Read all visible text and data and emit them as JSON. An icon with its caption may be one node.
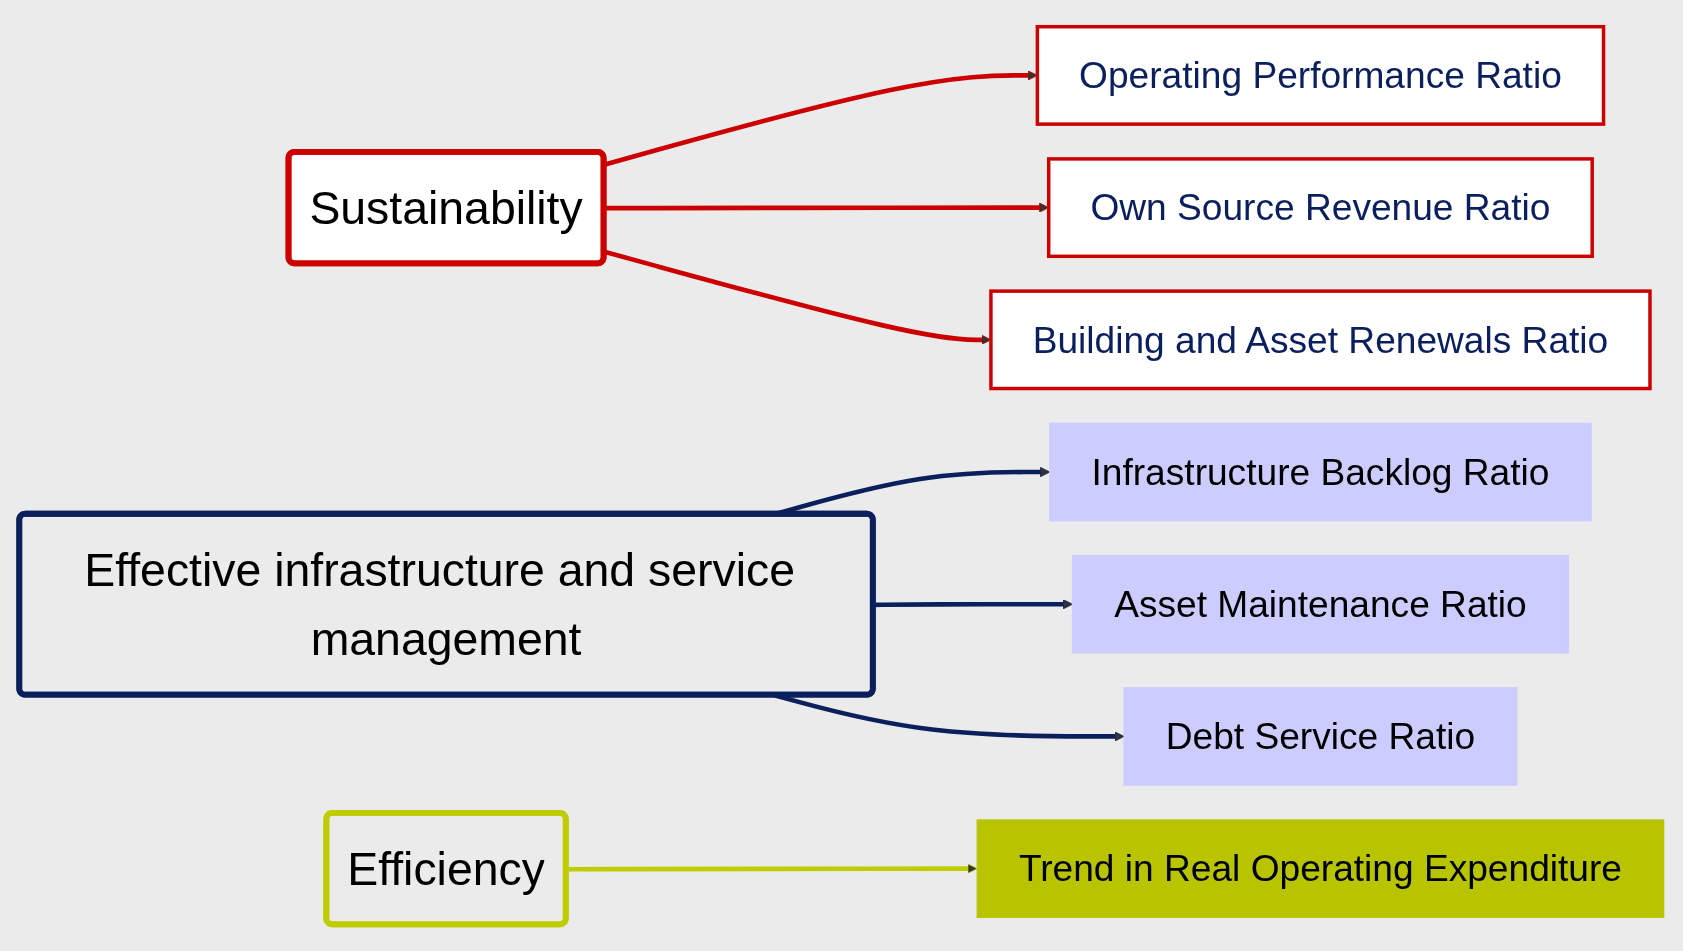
{
  "diagram": {
    "nodes": [
      {
        "text": [
          "Sustainability"
        ]
      },
      {
        "text": [
          "Operating Performance Ratio"
        ]
      },
      {
        "text": [
          "Own Source Revenue Ratio"
        ]
      },
      {
        "text": [
          "Building and Asset Renewals Ratio"
        ]
      },
      {
        "text": [
          "Effective infrastructure and service management"
        ]
      },
      {
        "text": [
          "Infrastructure Backlog Ratio"
        ]
      },
      {
        "text": [
          "Asset Maintenance Ratio"
        ]
      },
      {
        "text": [
          "Debt Service Ratio"
        ]
      },
      {
        "text": [
          "Efficiency"
        ]
      },
      {
        "text": [
          "Trend in Real Operating Expenditure"
        ]
      }
    ],
    "edges": [
      {
        "from": 0,
        "to": 1,
        "arrow": "to",
        "color": "#cc0000"
      },
      {
        "from": 0,
        "to": 2,
        "arrow": "to",
        "color": "#cc0000"
      },
      {
        "from": 0,
        "to": 3,
        "arrow": "to",
        "color": "#cc0000"
      },
      {
        "from": 4,
        "to": 5,
        "arrow": "to",
        "color": "#0a1f5c"
      },
      {
        "from": 4,
        "to": 6,
        "arrow": "to",
        "color": "#0a1f5c"
      },
      {
        "from": 4,
        "to": 7,
        "arrow": "to",
        "color": "#0a1f5c"
      },
      {
        "from": 8,
        "to": 9,
        "arrow": "to",
        "color": "#bfcc00"
      }
    ]
  }
}
